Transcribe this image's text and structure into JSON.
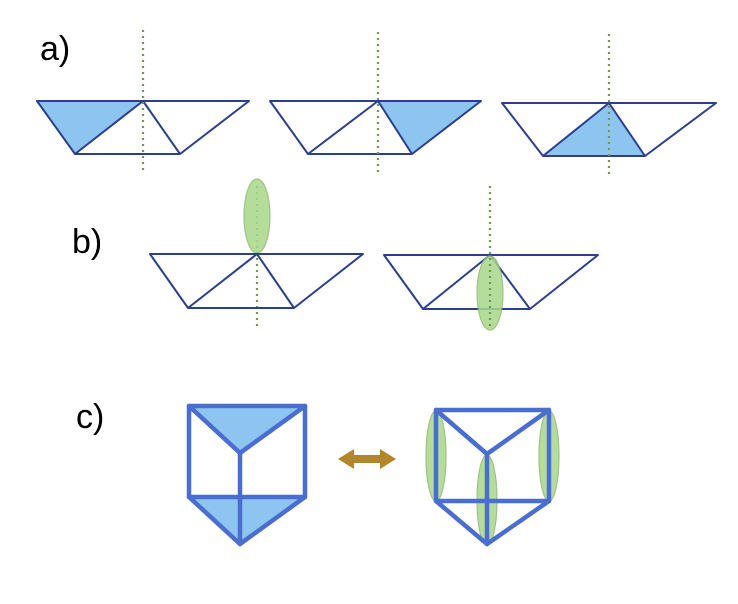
{
  "labels": {
    "a": "a)",
    "b": "b)",
    "c": "c)"
  },
  "colors": {
    "edge": "#2b3f91",
    "prism_edge": "#4a6ed0",
    "face_fill": "#8ec5f0",
    "ellipse_fill": "#a8d88a",
    "mirror_line": "#6f9a4e",
    "arrow": "#b3862a"
  },
  "icons": {
    "arrow": "double-headed-arrow"
  }
}
